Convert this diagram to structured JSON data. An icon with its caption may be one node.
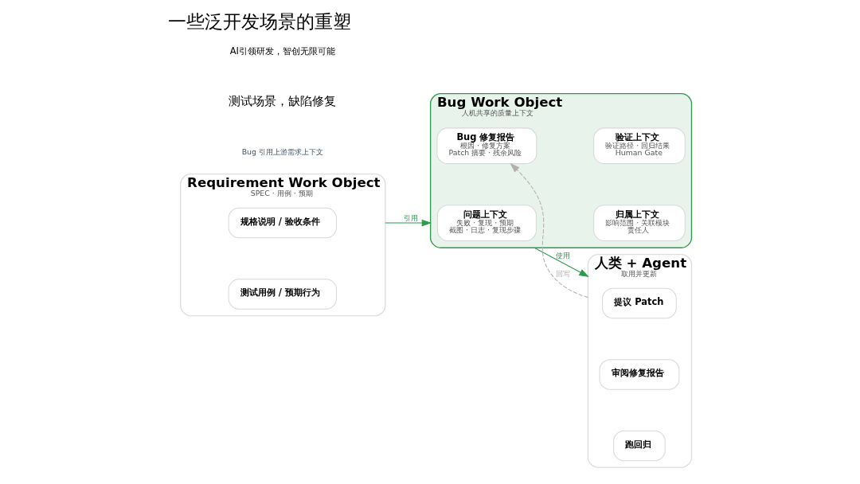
{
  "diagram": {
    "title": "一些泛开发场景的重塑",
    "nodes": [
      {
        "text": [
          "Requirement Work Object",
          "SPEC · 用例 · 预期"
        ],
        "beside": [
          "Bug 引用上游需求上下文"
        ]
      },
      {
        "text": [
          "规格说明 / 验收条件"
        ],
        "in": 0
      },
      {
        "text": [
          "测试用例 / 预期行为"
        ],
        "in": 0
      },
      {
        "text": [
          "Bug Work Object",
          "人机共享的质量上下文"
        ]
      },
      {
        "text": [
          "问题上下文",
          "失败 · 复现 · 预期",
          "截图 · 日志 · 复现步骤"
        ],
        "in": 3
      },
      {
        "text": [
          "归属上下文",
          "影响范围 · 关联模块",
          "责任人"
        ],
        "in": 3
      },
      {
        "text": [
          "Bug 修复报告",
          "根因 · 修复方案",
          "Patch 摘要 · 残余风险"
        ],
        "in": 3
      },
      {
        "text": [
          "验证上下文",
          "验证路径 · 回归结果",
          "Human Gate"
        ],
        "in": 3
      },
      {
        "text": [
          "人类 + Agent",
          "取用并更新"
        ]
      },
      {
        "text": [
          "提议 Patch"
        ],
        "in": 8
      },
      {
        "text": [
          "审阅修复报告"
        ],
        "in": 8
      },
      {
        "text": [
          "跑回归"
        ],
        "in": 8
      }
    ],
    "edges": [
      {
        "from": 0,
        "to": 3,
        "arrow": "to",
        "label": "引用"
      },
      {
        "from": 3,
        "to": 8,
        "arrow": "to",
        "label": "使用"
      },
      {
        "from": 8,
        "to": 6,
        "arrow": "to",
        "label": "回写",
        "style": "dashed",
        "color": "#b0b0b0"
      }
    ],
    "labels": [
      "测试场景，缺陷修复",
      "AI引领研发，智创无限可能"
    ]
  }
}
